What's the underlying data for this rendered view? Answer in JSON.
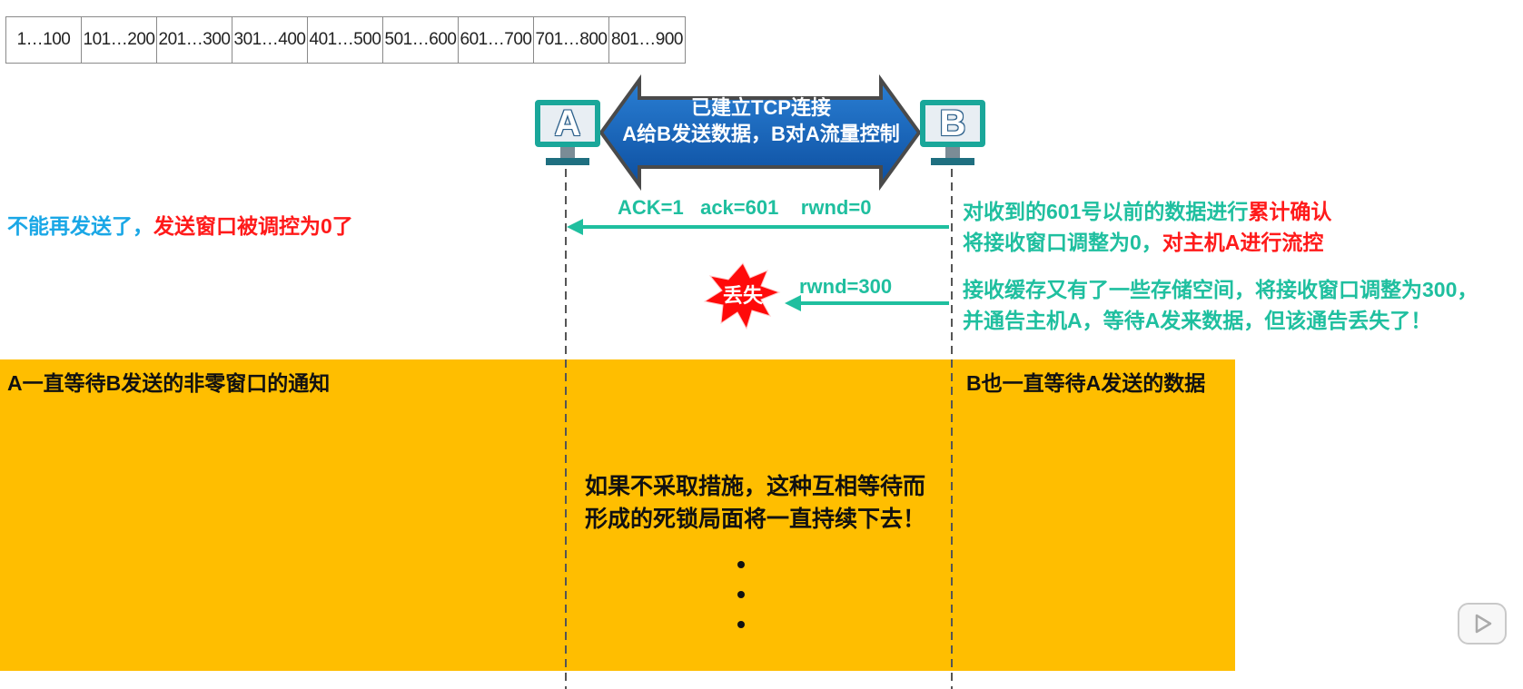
{
  "sequence_strip": [
    "1…100",
    "101…200",
    "201…300",
    "301…400",
    "401…500",
    "501…600",
    "601…700",
    "701…800",
    "801…900"
  ],
  "hosts": {
    "a": "A",
    "b": "B"
  },
  "banner": {
    "line1": "已建立TCP连接",
    "line2": "A给B发送数据，B对A流量控制"
  },
  "segments": {
    "ack_segment": "ACK=1   ack=601    rwnd=0",
    "window_update": "rwnd=300",
    "lost_label": "丢失"
  },
  "notes": {
    "a_stop_part1": "不能再发送了，",
    "a_stop_part2": "发送窗口被调控为0了",
    "b_ack_line1_part1": "对收到的601号以前的数据进行",
    "b_ack_line1_part2": "累计确认",
    "b_ack_line2_part1": "将接收窗口调整为0，",
    "b_ack_line2_part2": "对主机A进行流控",
    "b_update_line1": "接收缓存又有了一些存储空间，将接收窗口调整为300，",
    "b_update_line2": "并通告主机A，等待A发来数据，但该通告丢失了！"
  },
  "waiting": {
    "a_waits": "A一直等待B发送的非零窗口的通知",
    "b_waits": "B也一直等待A发送的数据",
    "deadlock_line1": "如果不采取措施，这种互相等待而",
    "deadlock_line2": "形成的死锁局面将一直持续下去！"
  },
  "colors": {
    "teal": "#1fbf9f",
    "red": "#ff1a1a",
    "blue": "#1aa7e6",
    "yellow": "#FFBE00",
    "banner_blue": "#1565c0"
  },
  "icons": {
    "host": "computer-icon",
    "lost": "starburst-icon",
    "player": "play-icon"
  }
}
